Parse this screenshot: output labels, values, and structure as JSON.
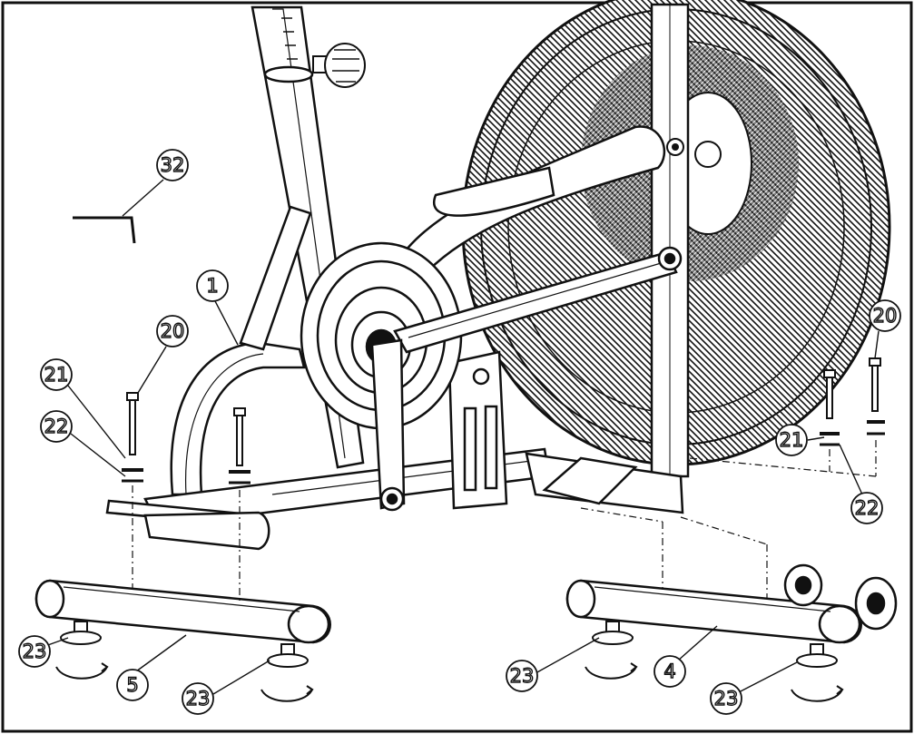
{
  "diagram": {
    "frame_color": "#111111",
    "line_color": "#1a1a1a",
    "background": "#ffffff",
    "callouts": {
      "c32": "32",
      "c1": "1",
      "c20_left": "20",
      "c21_left": "21",
      "c22_left": "22",
      "c20_right": "20",
      "c21_right": "21",
      "c22_right": "22",
      "c23_a": "23",
      "c23_b": "23",
      "c5": "5",
      "c23_c": "23",
      "c4": "4",
      "c23_d": "23"
    }
  }
}
